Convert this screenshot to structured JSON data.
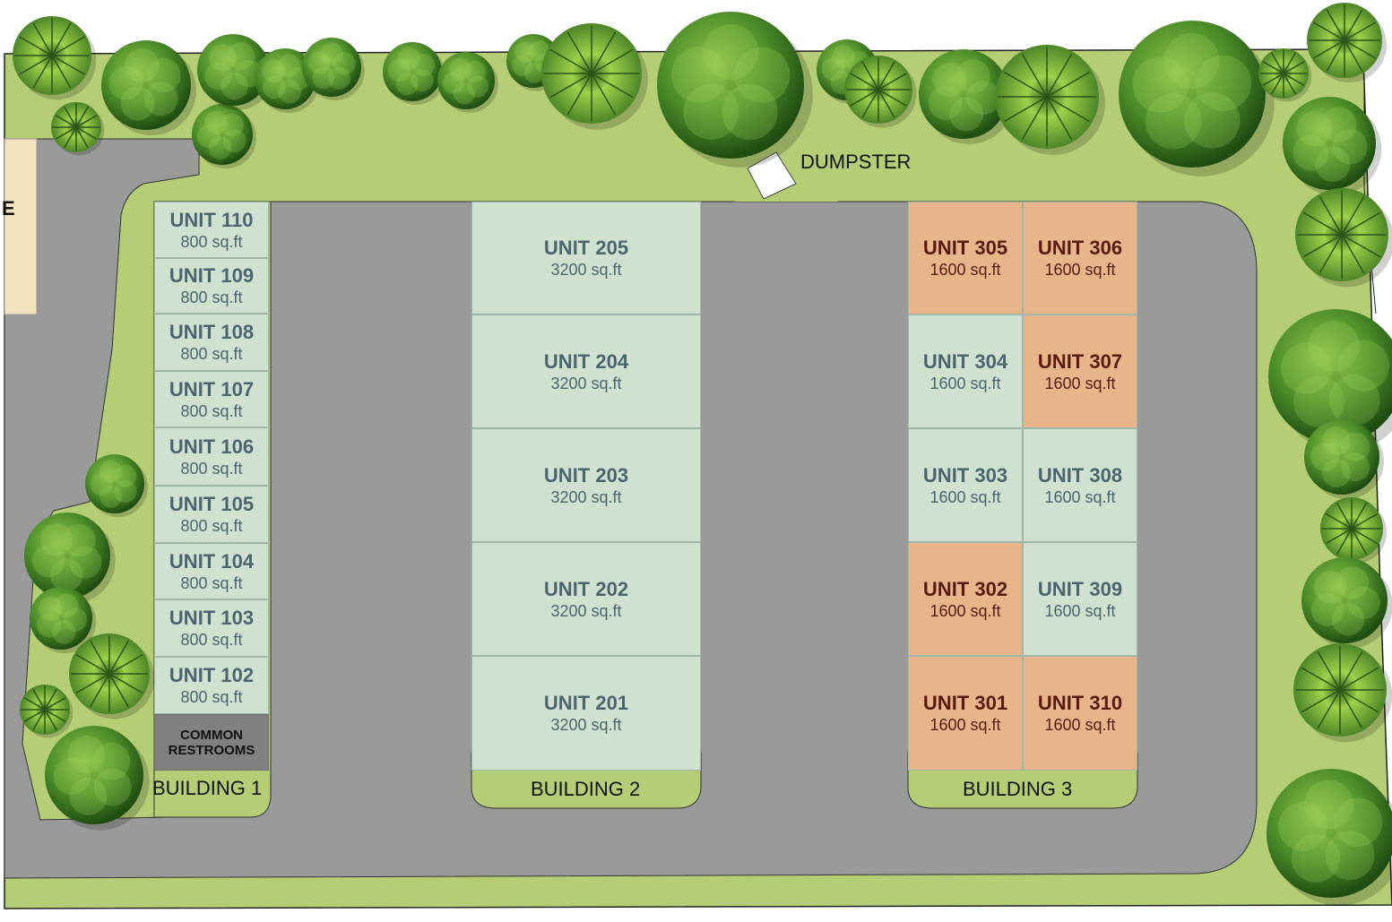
{
  "labels": {
    "dumpster": "DUMPSTER",
    "building1": "BUILDING 1",
    "building2": "BUILDING 2",
    "building3": "BUILDING 3",
    "restroom_line1": "COMMON",
    "restroom_line2": "RESTROOMS",
    "edge_glyph": "E"
  },
  "colors": {
    "available": "#d1e1cf",
    "leased": "#e8b48a",
    "grass": "#b5cd74",
    "pavement": "#9a9a9a",
    "restroom": "#808080"
  },
  "building1": {
    "units": [
      {
        "name": "UNIT 110",
        "size": "800 sq.ft",
        "status": "available"
      },
      {
        "name": "UNIT 109",
        "size": "800 sq.ft",
        "status": "available"
      },
      {
        "name": "UNIT 108",
        "size": "800 sq.ft",
        "status": "available"
      },
      {
        "name": "UNIT 107",
        "size": "800 sq.ft",
        "status": "available"
      },
      {
        "name": "UNIT 106",
        "size": "800 sq.ft",
        "status": "available"
      },
      {
        "name": "UNIT 105",
        "size": "800 sq.ft",
        "status": "available"
      },
      {
        "name": "UNIT 104",
        "size": "800 sq.ft",
        "status": "available"
      },
      {
        "name": "UNIT 103",
        "size": "800 sq.ft",
        "status": "available"
      },
      {
        "name": "UNIT 102",
        "size": "800 sq.ft",
        "status": "available"
      }
    ]
  },
  "building2": {
    "units": [
      {
        "name": "UNIT 205",
        "size": "3200 sq.ft",
        "status": "available"
      },
      {
        "name": "UNIT 204",
        "size": "3200 sq.ft",
        "status": "available"
      },
      {
        "name": "UNIT 203",
        "size": "3200 sq.ft",
        "status": "available"
      },
      {
        "name": "UNIT 202",
        "size": "3200 sq.ft",
        "status": "available"
      },
      {
        "name": "UNIT 201",
        "size": "3200 sq.ft",
        "status": "available"
      }
    ]
  },
  "building3": {
    "units": [
      {
        "name": "UNIT 305",
        "size": "1600 sq.ft",
        "status": "leased"
      },
      {
        "name": "UNIT 306",
        "size": "1600 sq.ft",
        "status": "leased"
      },
      {
        "name": "UNIT 304",
        "size": "1600 sq.ft",
        "status": "available"
      },
      {
        "name": "UNIT 307",
        "size": "1600 sq.ft",
        "status": "leased"
      },
      {
        "name": "UNIT 303",
        "size": "1600 sq.ft",
        "status": "available"
      },
      {
        "name": "UNIT 308",
        "size": "1600 sq.ft",
        "status": "available"
      },
      {
        "name": "UNIT 302",
        "size": "1600 sq.ft",
        "status": "leased"
      },
      {
        "name": "UNIT 309",
        "size": "1600 sq.ft",
        "status": "available"
      },
      {
        "name": "UNIT 301",
        "size": "1600 sq.ft",
        "status": "leased"
      },
      {
        "name": "UNIT 310",
        "size": "1600 sq.ft",
        "status": "leased"
      }
    ]
  }
}
